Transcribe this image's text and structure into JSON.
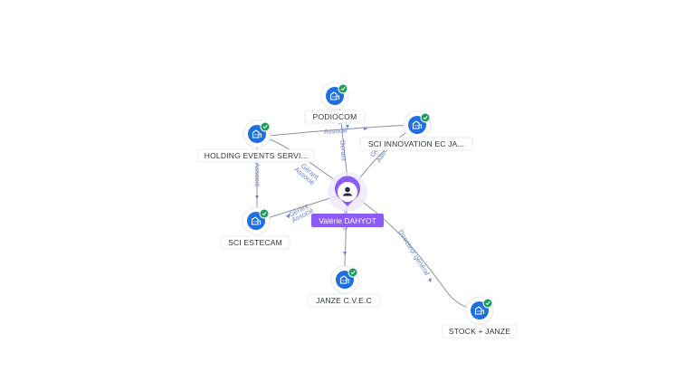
{
  "center": {
    "name": "Valérie DAHYOT",
    "icon": "person-icon",
    "color": "#8b5cf6"
  },
  "companies": [
    {
      "id": "podiocom",
      "name": "PODIOCOM",
      "icon": "company-building-icon",
      "status": "verified"
    },
    {
      "id": "holding",
      "name": "HOLDING EVENTS SERVI...",
      "icon": "company-building-icon",
      "status": "verified"
    },
    {
      "id": "sci-innov",
      "name": "SCI INNOVATION EC JA...",
      "icon": "company-building-icon",
      "status": "verified"
    },
    {
      "id": "sci-estecam",
      "name": "SCI ESTECAM",
      "icon": "company-building-icon",
      "status": "verified"
    },
    {
      "id": "janze",
      "name": "JANZE C.V.E.C",
      "icon": "company-building-icon",
      "status": "verified"
    },
    {
      "id": "stock",
      "name": "STOCK + JANZE",
      "icon": "company-building-icon",
      "status": "verified"
    }
  ],
  "edges": [
    {
      "from": "center",
      "to": "podiocom",
      "labels": [
        "Gérant"
      ]
    },
    {
      "from": "center",
      "to": "holding",
      "labels": [
        "Gérant",
        "Associé"
      ]
    },
    {
      "from": "center",
      "to": "sci-innov",
      "labels": [
        "Gérant",
        "Associé"
      ]
    },
    {
      "from": "center",
      "to": "sci-estecam",
      "labels": [
        "Gérant",
        "Associé"
      ]
    },
    {
      "from": "center",
      "to": "janze",
      "labels": [
        "Gérant"
      ]
    },
    {
      "from": "center",
      "to": "stock",
      "labels": [
        "Directeur général"
      ]
    },
    {
      "from": "holding",
      "to": "sci-innov",
      "labels": [
        "Associé"
      ]
    },
    {
      "from": "holding",
      "to": "sci-estecam",
      "labels": [
        "Associé"
      ]
    }
  ],
  "colors": {
    "node_blue": "#1f6fe0",
    "check_green": "#1a9e5a",
    "edge": "#8a94a6",
    "edge_label": "#6b7fd8"
  }
}
